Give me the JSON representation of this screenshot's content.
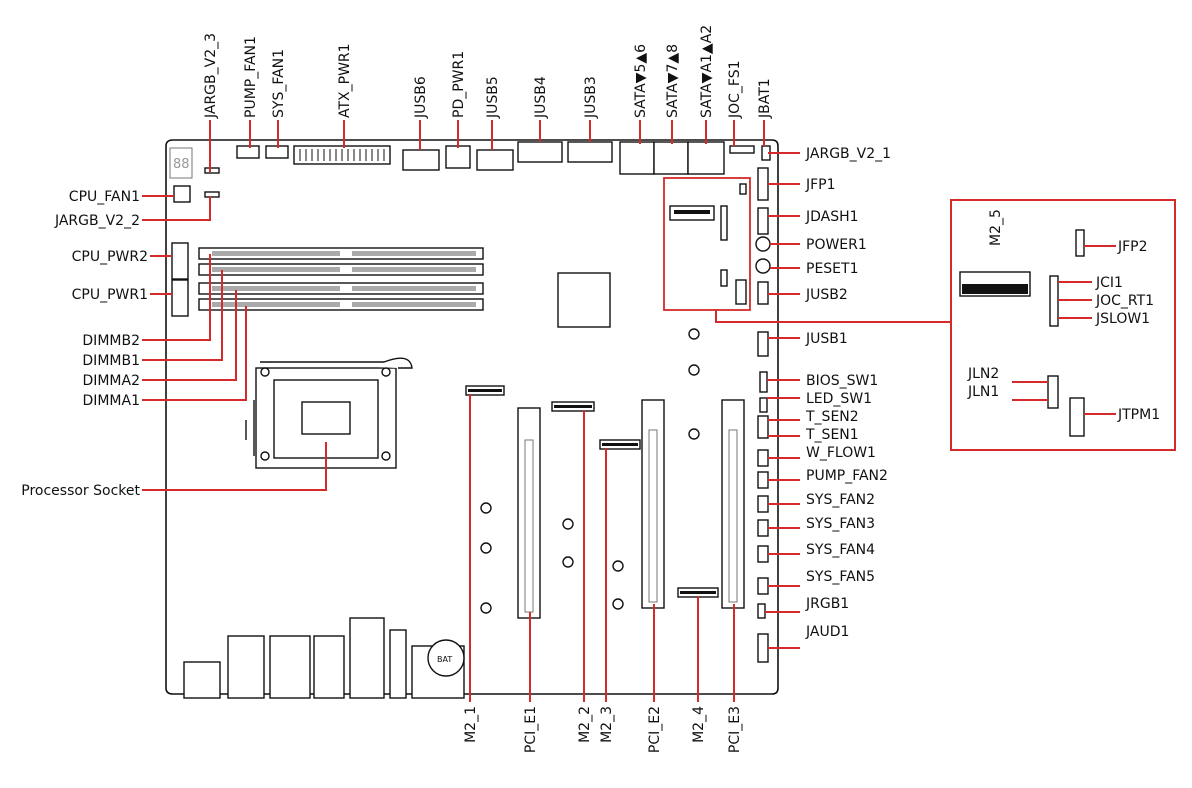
{
  "top_labels": [
    "JARGB_V2_3",
    "PUMP_FAN1",
    "SYS_FAN1",
    "ATX_PWR1",
    "JUSB6",
    "PD_PWR1",
    "JUSB5",
    "JUSB4",
    "JUSB3",
    "SATA▼5▲6",
    "SATA▼7▲8",
    "SATA▼A1▲A2",
    "JOC_FS1",
    "JBAT1"
  ],
  "left_labels": [
    "CPU_FAN1",
    "JARGB_V2_2",
    "CPU_PWR2",
    "CPU_PWR1",
    "DIMMB2",
    "DIMMB1",
    "DIMMA2",
    "DIMMA1",
    "Processor Socket"
  ],
  "right_labels": [
    "JARGB_V2_1",
    "JFP1",
    "JDASH1",
    "POWER1",
    "PESET1",
    "JUSB2",
    "JUSB1",
    "BIOS_SW1",
    "LED_SW1",
    "T_SEN2",
    "T_SEN1",
    "W_FLOW1",
    "PUMP_FAN2",
    "SYS_FAN2",
    "SYS_FAN3",
    "SYS_FAN4",
    "SYS_FAN5",
    "JRGB1",
    "JAUD1"
  ],
  "bottom_labels": [
    "M2_1",
    "PCI_E1",
    "M2_2",
    "M2_3",
    "PCI_E2",
    "M2_4",
    "PCI_E3"
  ],
  "inset": {
    "slot_label": "M2_5",
    "labels": [
      "JFP2",
      "JCI1",
      "JOC_RT1",
      "JSLOW1",
      "JLN2",
      "JLN1",
      "JTPM1"
    ]
  },
  "misc": {
    "battery": "BAT"
  },
  "colors": {
    "callout": "#d42a2a",
    "outline": "#111111"
  }
}
